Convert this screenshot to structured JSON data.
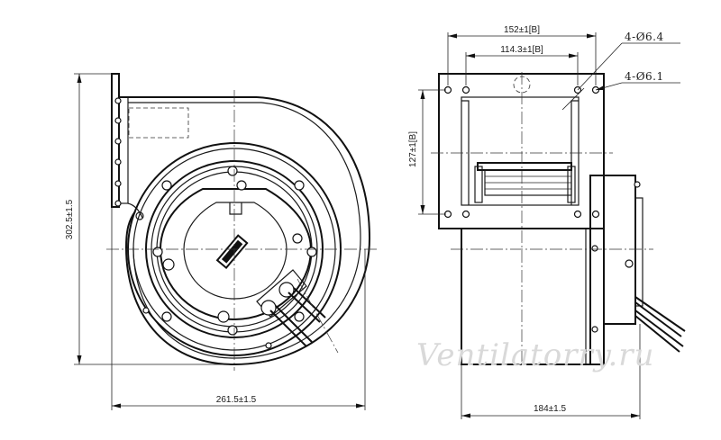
{
  "dimensions": {
    "width_152": "152±1[B]",
    "width_114": "114.3±1[B]",
    "hole_64": "4-Ø6.4",
    "hole_61": "4-Ø6.1",
    "height_127": "127±1[B]",
    "height_302": "302.5±1.5",
    "width_261": "261.5±1.5",
    "depth_184": "184±1.5"
  },
  "watermark": "Ventilatorry.ru"
}
